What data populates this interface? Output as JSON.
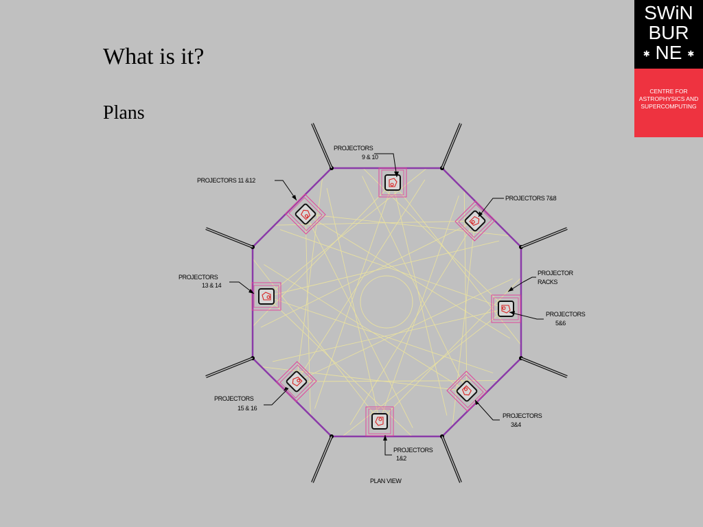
{
  "slide": {
    "title": "What is it?",
    "subtitle": "Plans"
  },
  "logo": {
    "line1": "SWiN",
    "line2": "BUR",
    "line3": "NE",
    "caption_lines": [
      "CENTRE FOR",
      "ASTROPHYSICS AND",
      "SUPERCOMPUTING"
    ],
    "black": "#000000",
    "red": "#ee3340"
  },
  "plan": {
    "labels": {
      "p9_10_a": "PROJECTORS",
      "p9_10_b": "9 & 10",
      "p11_12": "PROJECTORS 11 &12",
      "p7_8": "PROJECTORS 7&8",
      "p13_14_a": "PROJECTORS",
      "p13_14_b": "13 & 14",
      "racks_a": "PROJECTOR",
      "racks_b": "RACKS",
      "p5_6_a": "PROJECTORS",
      "p5_6_b": "5&6",
      "p15_16_a": "PROJECTORS",
      "p15_16_b": "15 & 16",
      "p3_4_a": "PROJECTORS",
      "p3_4_b": "3&4",
      "p1_2_a": "PROJECTORS",
      "p1_2_b": "1&2",
      "plan_view": "PLAN VIEW"
    },
    "colors": {
      "wall": "#8a3aa8",
      "rays": "#e8e0a0",
      "marker": "#e0449a",
      "icon": "#d82020"
    }
  }
}
